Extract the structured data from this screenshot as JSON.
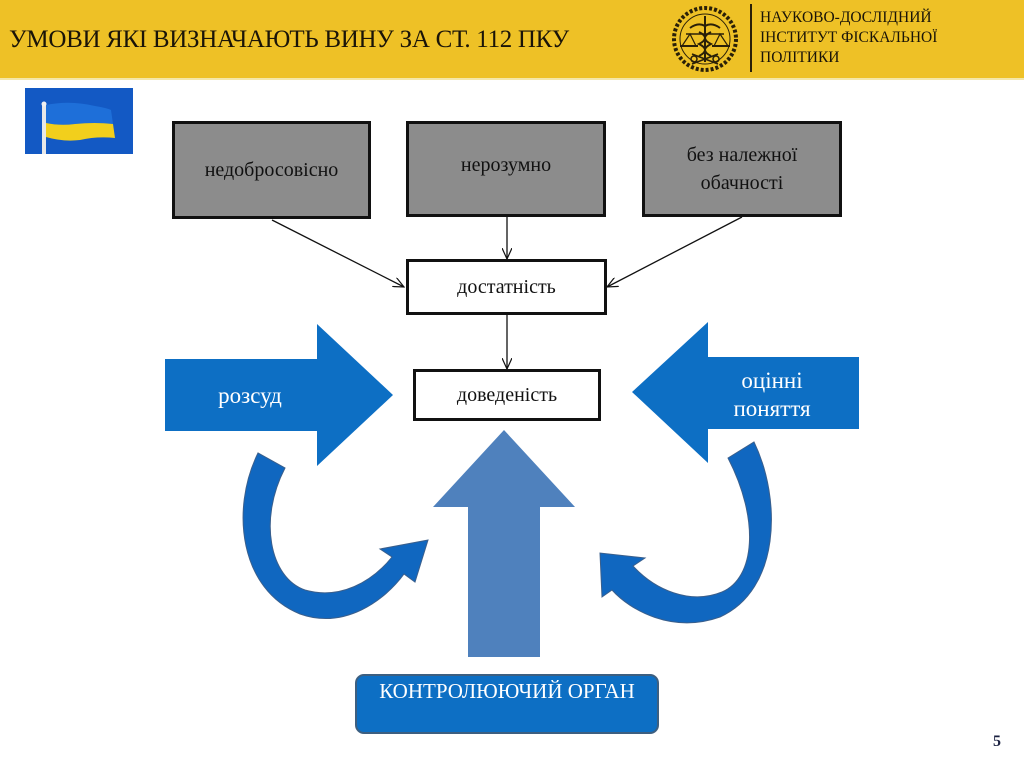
{
  "header": {
    "title": "УМОВИ ЯКІ ВИЗНАЧАЮТЬ ВИНУ ЗА СТ. 112 ПКУ",
    "institute": {
      "logo_icon": "institute-emblem-icon",
      "lines": [
        "НАУКОВО-ДОСЛІДНИЙ",
        "ІНСТИТУТ ФІСКАЛЬНОЇ",
        "ПОЛІТИКИ"
      ]
    },
    "flag_icon": "ukraine-flag-icon"
  },
  "diagram": {
    "top_boxes": [
      {
        "label": "недобросовісно"
      },
      {
        "label": "нерозумно"
      },
      {
        "label": "без належної обачності"
      }
    ],
    "sufficiency_box": "достатність",
    "provenness_box": "доведеність",
    "left_arrow_label": "розсуд",
    "right_arrow_label": "оцінні поняття",
    "control_body": "КОНТРОЛЮЮЧИЙ ОРГАН"
  },
  "colors": {
    "header_bg": "#eec126",
    "box_gray": "#8c8c8c",
    "arrow_blue": "#0d6fc4",
    "up_arrow_blue": "#4f81bd"
  },
  "footer": {
    "page_number": "5"
  }
}
